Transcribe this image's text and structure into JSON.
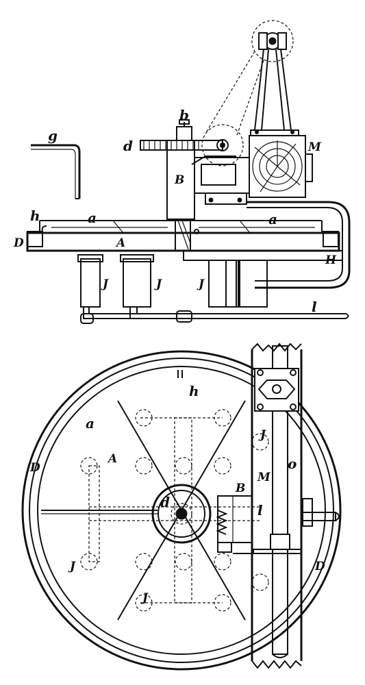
{
  "figure_labels": {
    "g": "g",
    "b": "b",
    "d_top": "d",
    "M_top": "M",
    "B_top": "B",
    "h_top": "h",
    "a_left_top": "a",
    "a_right_top": "a",
    "D_top": "D",
    "A_top": "A",
    "H": "H",
    "J_top_1": "J",
    "J_top_2": "J",
    "J_top_3": "J",
    "l_top": "l",
    "h_bottom": "h",
    "a_bottom": "a",
    "D_bottom_left": "D",
    "A_bottom": "A",
    "J_bottom_right": "J",
    "M_bottom": "M",
    "o": "o",
    "B_bottom": "B",
    "d_bottom": "d",
    "l_bottom": "l",
    "J_bottom_left": "J",
    "J_bottom_center": "J",
    "D_bottom_right": "D"
  },
  "colors": {
    "ink": "#111111",
    "paper": "#ffffff"
  }
}
